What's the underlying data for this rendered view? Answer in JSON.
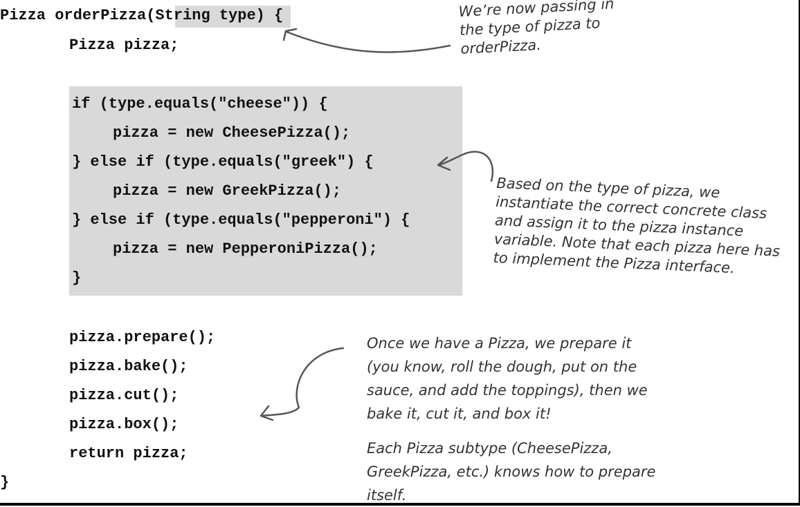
{
  "code": {
    "signature": "Pizza orderPizza(String type) {",
    "decl": "Pizza pizza;",
    "if1": "if (type.equals(\"cheese\")) {",
    "assign1": "pizza = new CheesePizza();",
    "if2": "} else if (type.equals(\"greek\") {",
    "assign2": "pizza = new GreekPizza();",
    "if3": "} else if (type.equals(\"pepperoni\") {",
    "assign3": "pizza = new PepperoniPizza();",
    "close_if": "}",
    "prepare": "pizza.prepare();",
    "bake": "pizza.bake();",
    "cut": "pizza.cut();",
    "box": "pizza.box();",
    "ret": "return pizza;",
    "close_method": "}"
  },
  "notes": {
    "passing": [
      "We’re now passing in",
      "the type of pizza to",
      "orderPizza."
    ],
    "based": [
      "Based on the type of pizza, we",
      "instantiate the correct concrete class",
      "and assign it to the pizza instance",
      "variable. Note that each pizza here has",
      "to implement the Pizza interface."
    ],
    "once": [
      "Once we have a Pizza, we prepare it",
      "(you know, roll the dough, put on the",
      "sauce, and add the toppings), then we",
      "bake it, cut it, and box it!"
    ],
    "each": [
      "Each Pizza subtype (CheesePizza,",
      "GreekPizza, etc.) knows how to prepare",
      "itself."
    ]
  }
}
